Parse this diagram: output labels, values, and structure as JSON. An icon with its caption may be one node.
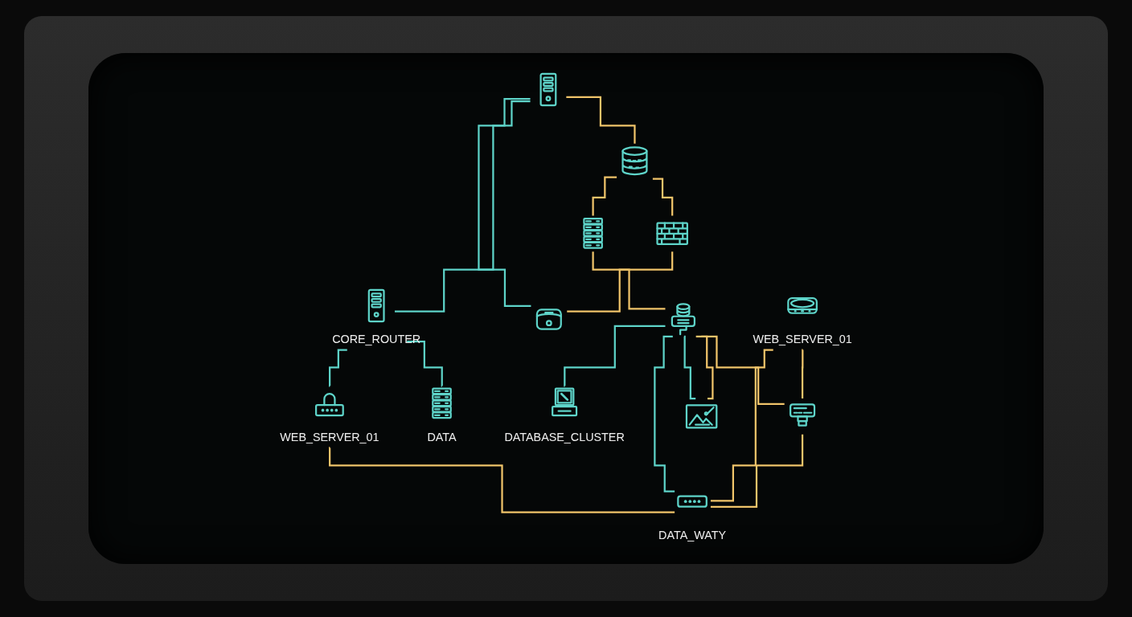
{
  "diagram": {
    "nodes": [
      {
        "text": [],
        "shape": "picture"
      },
      {
        "text": [],
        "shape": "picture"
      },
      {
        "text": [],
        "shape": "picture"
      },
      {
        "text": [],
        "shape": "picture"
      },
      {
        "text": [
          "CORE_ROUTER"
        ]
      },
      {
        "text": [],
        "shape": "picture"
      },
      {
        "text": [],
        "shape": "picture"
      },
      {
        "text": [],
        "shape": "picture"
      },
      {
        "text": [
          "WEB_SERVER_01"
        ]
      },
      {
        "text": [],
        "shape": "picture"
      },
      {
        "text": [
          "DATA"
        ]
      },
      {
        "text": [
          "WEB_SERVER_01"
        ]
      },
      {
        "text": [
          "DATA_WATY"
        ]
      },
      {
        "text": [
          "DATABASE_CLUSTER"
        ]
      }
    ],
    "edges": [
      {
        "from": 0,
        "to": 1,
        "arrow": "none"
      },
      {
        "from": 1,
        "to": 2,
        "arrow": "none"
      },
      {
        "from": 1,
        "to": 3,
        "arrow": "none"
      },
      {
        "from": 2,
        "to": 5,
        "arrow": "none"
      },
      {
        "from": 0,
        "to": 4,
        "arrow": "none",
        "color": "#5ed4c9"
      },
      {
        "from": 0,
        "to": 5,
        "arrow": "none",
        "color": "#5ed4c9"
      },
      {
        "from": 4,
        "to": 10,
        "arrow": "none",
        "color": "#5ed4c9"
      },
      {
        "from": 4,
        "to": 11,
        "arrow": "none",
        "color": "#5ed4c9"
      },
      {
        "from": 11,
        "to": 12,
        "arrow": "none"
      },
      {
        "from": 8,
        "to": 9,
        "arrow": "none"
      },
      {
        "from": 8,
        "to": 12,
        "arrow": "none"
      },
      {
        "from": 9,
        "to": 12,
        "arrow": "none"
      },
      {
        "from": 6,
        "to": 9,
        "arrow": "none"
      },
      {
        "from": 3,
        "to": 6,
        "arrow": "none"
      },
      {
        "from": 6,
        "to": 7,
        "arrow": "none"
      },
      {
        "from": 6,
        "to": 7,
        "arrow": "none",
        "color": "#5ed4c9"
      },
      {
        "from": 6,
        "to": 12,
        "arrow": "none",
        "color": "#5ed4c9"
      },
      {
        "from": 6,
        "to": 13,
        "arrow": "none",
        "color": "#5ed4c9"
      }
    ]
  }
}
